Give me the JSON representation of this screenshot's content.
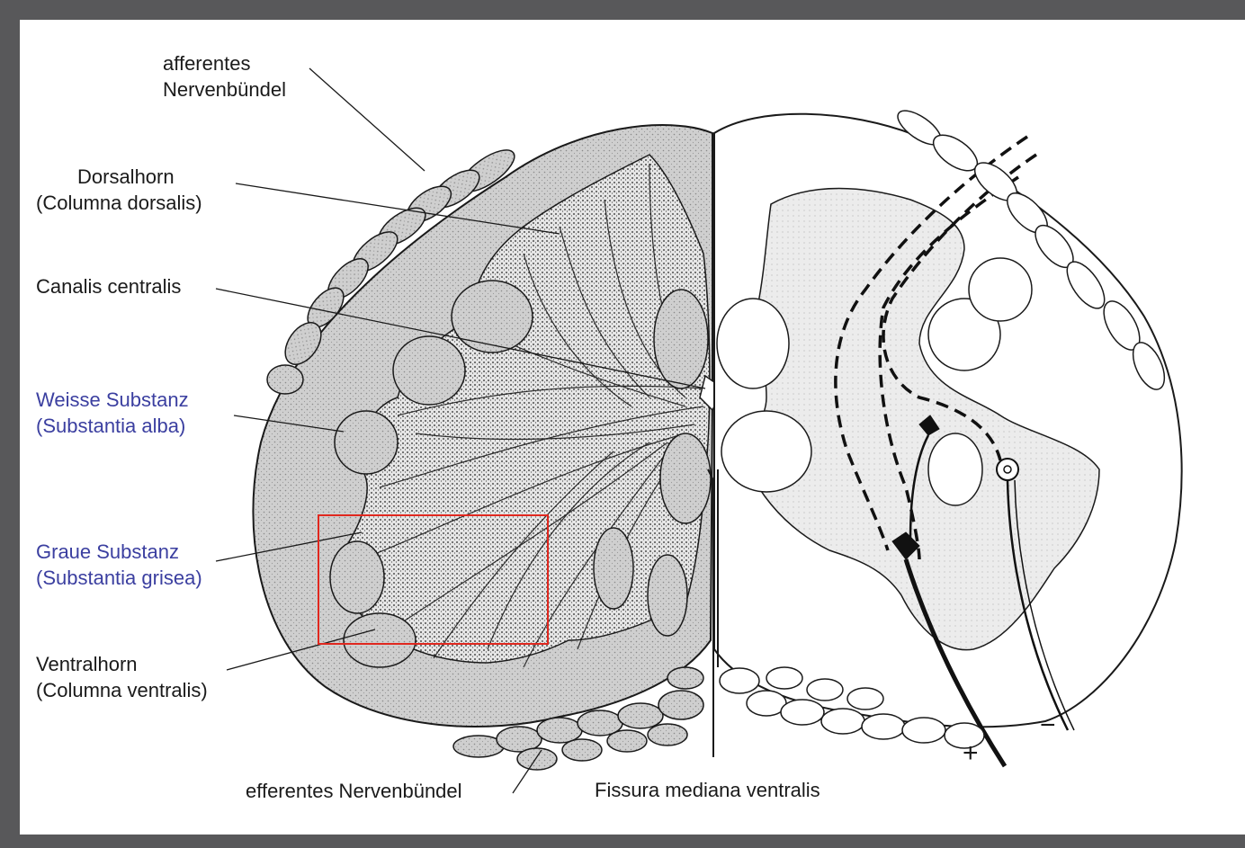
{
  "labels": {
    "afferent": [
      "afferentes",
      "Nervenbündel"
    ],
    "dorsal": [
      "Dorsalhorn",
      "(Columna dorsalis)"
    ],
    "canalis": [
      "Canalis centralis"
    ],
    "weisse": [
      "Weisse Substanz",
      "(Substantia alba)"
    ],
    "graue": [
      "Graue Substanz",
      "(Substantia grisea)"
    ],
    "ventral": [
      "Ventralhorn",
      "(Columna ventralis)"
    ],
    "efferent": "efferentes Nervenbündel",
    "fissura": "Fissura mediana ventralis",
    "plus": "+",
    "minus": "−"
  },
  "colors": {
    "frame": "#58585a",
    "background": "#ffffff",
    "white_matter": "#c9c9c9",
    "gray_matter": "#d8d8d8",
    "ink": "#1a1a1a",
    "label_blue": "#3b3fa0",
    "highlight_box": "#e0281f"
  }
}
